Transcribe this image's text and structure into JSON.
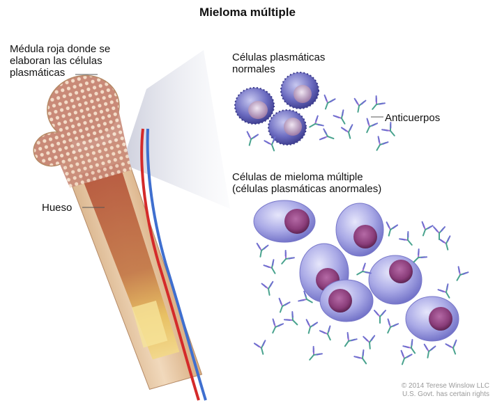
{
  "title": "Mieloma múltiple",
  "labels": {
    "medula": [
      "Médula roja donde se",
      "elaboran las células",
      "plasmáticas"
    ],
    "hueso": "Hueso",
    "normales": [
      "Células plasmáticas",
      "normales"
    ],
    "anticuerpos": "Anticuerpos",
    "mieloma": [
      "Células de mieloma múltiple",
      "(células plasmáticas anormales)"
    ]
  },
  "copyright": [
    "© 2014 Terese Winslow LLC",
    "U.S. Govt. has certain rights"
  ],
  "colors": {
    "bone": "#e8c8a0",
    "marrow": "#c98a78",
    "cell": "#a9a9e6",
    "nucleus": "#8a3d7a",
    "artery": "#d42a2a",
    "vein": "#3f6fcf",
    "antibody": "#49a38e"
  }
}
